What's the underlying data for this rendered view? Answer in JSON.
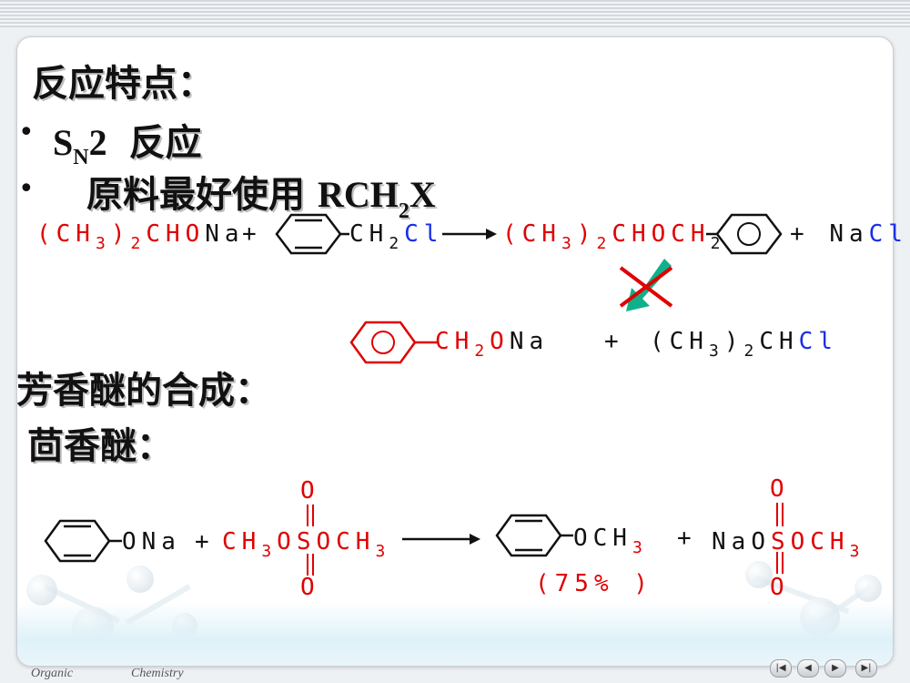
{
  "slide": {
    "heading_features": "反应特点：",
    "bullet_char": "•",
    "bullet1": {
      "sn": "S",
      "sub": "N",
      "num": "2",
      "text": "反应"
    },
    "bullet2": {
      "text": "原料最好使用 ",
      "formula_a": "RCH",
      "formula_sub": "2",
      "formula_b": "X"
    },
    "heading_aromatic": "芳香醚的合成：",
    "heading_anisole": "茴香醚："
  },
  "reaction1": {
    "reactant1_a": "(CH",
    "reactant1_sub": "3",
    "reactant1_b": ")",
    "reactant1_sub2": "2",
    "reactant1_c": "CHO",
    "reactant1_d": "Na",
    "plus1": "+",
    "benzyl_a": "CH",
    "benzyl_sub": "2",
    "benzyl_cl": "Cl",
    "product_a": "(CH",
    "product_sub": "3",
    "product_b": ")",
    "product_sub2": "2",
    "product_c": "CHOCH",
    "product_sub3": "2",
    "plus2": "+",
    "byproduct_na": "Na",
    "byproduct_cl": "Cl"
  },
  "reaction2": {
    "frag_a": "CH",
    "frag_sub": "2",
    "frag_b": "O",
    "frag_na": "Na",
    "plus": "+",
    "halide_a": "(CH",
    "halide_sub": "3",
    "halide_b": ")",
    "halide_sub2": "2",
    "halide_c": "CH",
    "halide_cl": "Cl"
  },
  "reaction3": {
    "phenoxide": "ONa",
    "plus1": "+",
    "reagent_a": "CH",
    "reagent_sub": "3",
    "reagent_b": "O",
    "reagent_s": "S",
    "reagent_c": "OCH",
    "reagent_sub2": "3",
    "oxo_top": "O",
    "oxo_bottom": "O",
    "product_a": "OCH",
    "product_sub": "3",
    "yield": "(75%  )",
    "plus2": "+",
    "byproduct_na": "Na",
    "byproduct_o": "O",
    "byproduct_s": "S",
    "byproduct_c": "OCH",
    "byproduct_sub": "3",
    "by_oxo_top": "O",
    "by_oxo_bottom": "O"
  },
  "footer": {
    "left": "Organic",
    "right": "Chemistry"
  },
  "nav": {
    "first": "|◀",
    "prev": "◀",
    "next": "▶",
    "last": "▶|"
  },
  "colors": {
    "red": "#e00000",
    "blue": "#1a2ee6",
    "green": "#12b08a"
  }
}
